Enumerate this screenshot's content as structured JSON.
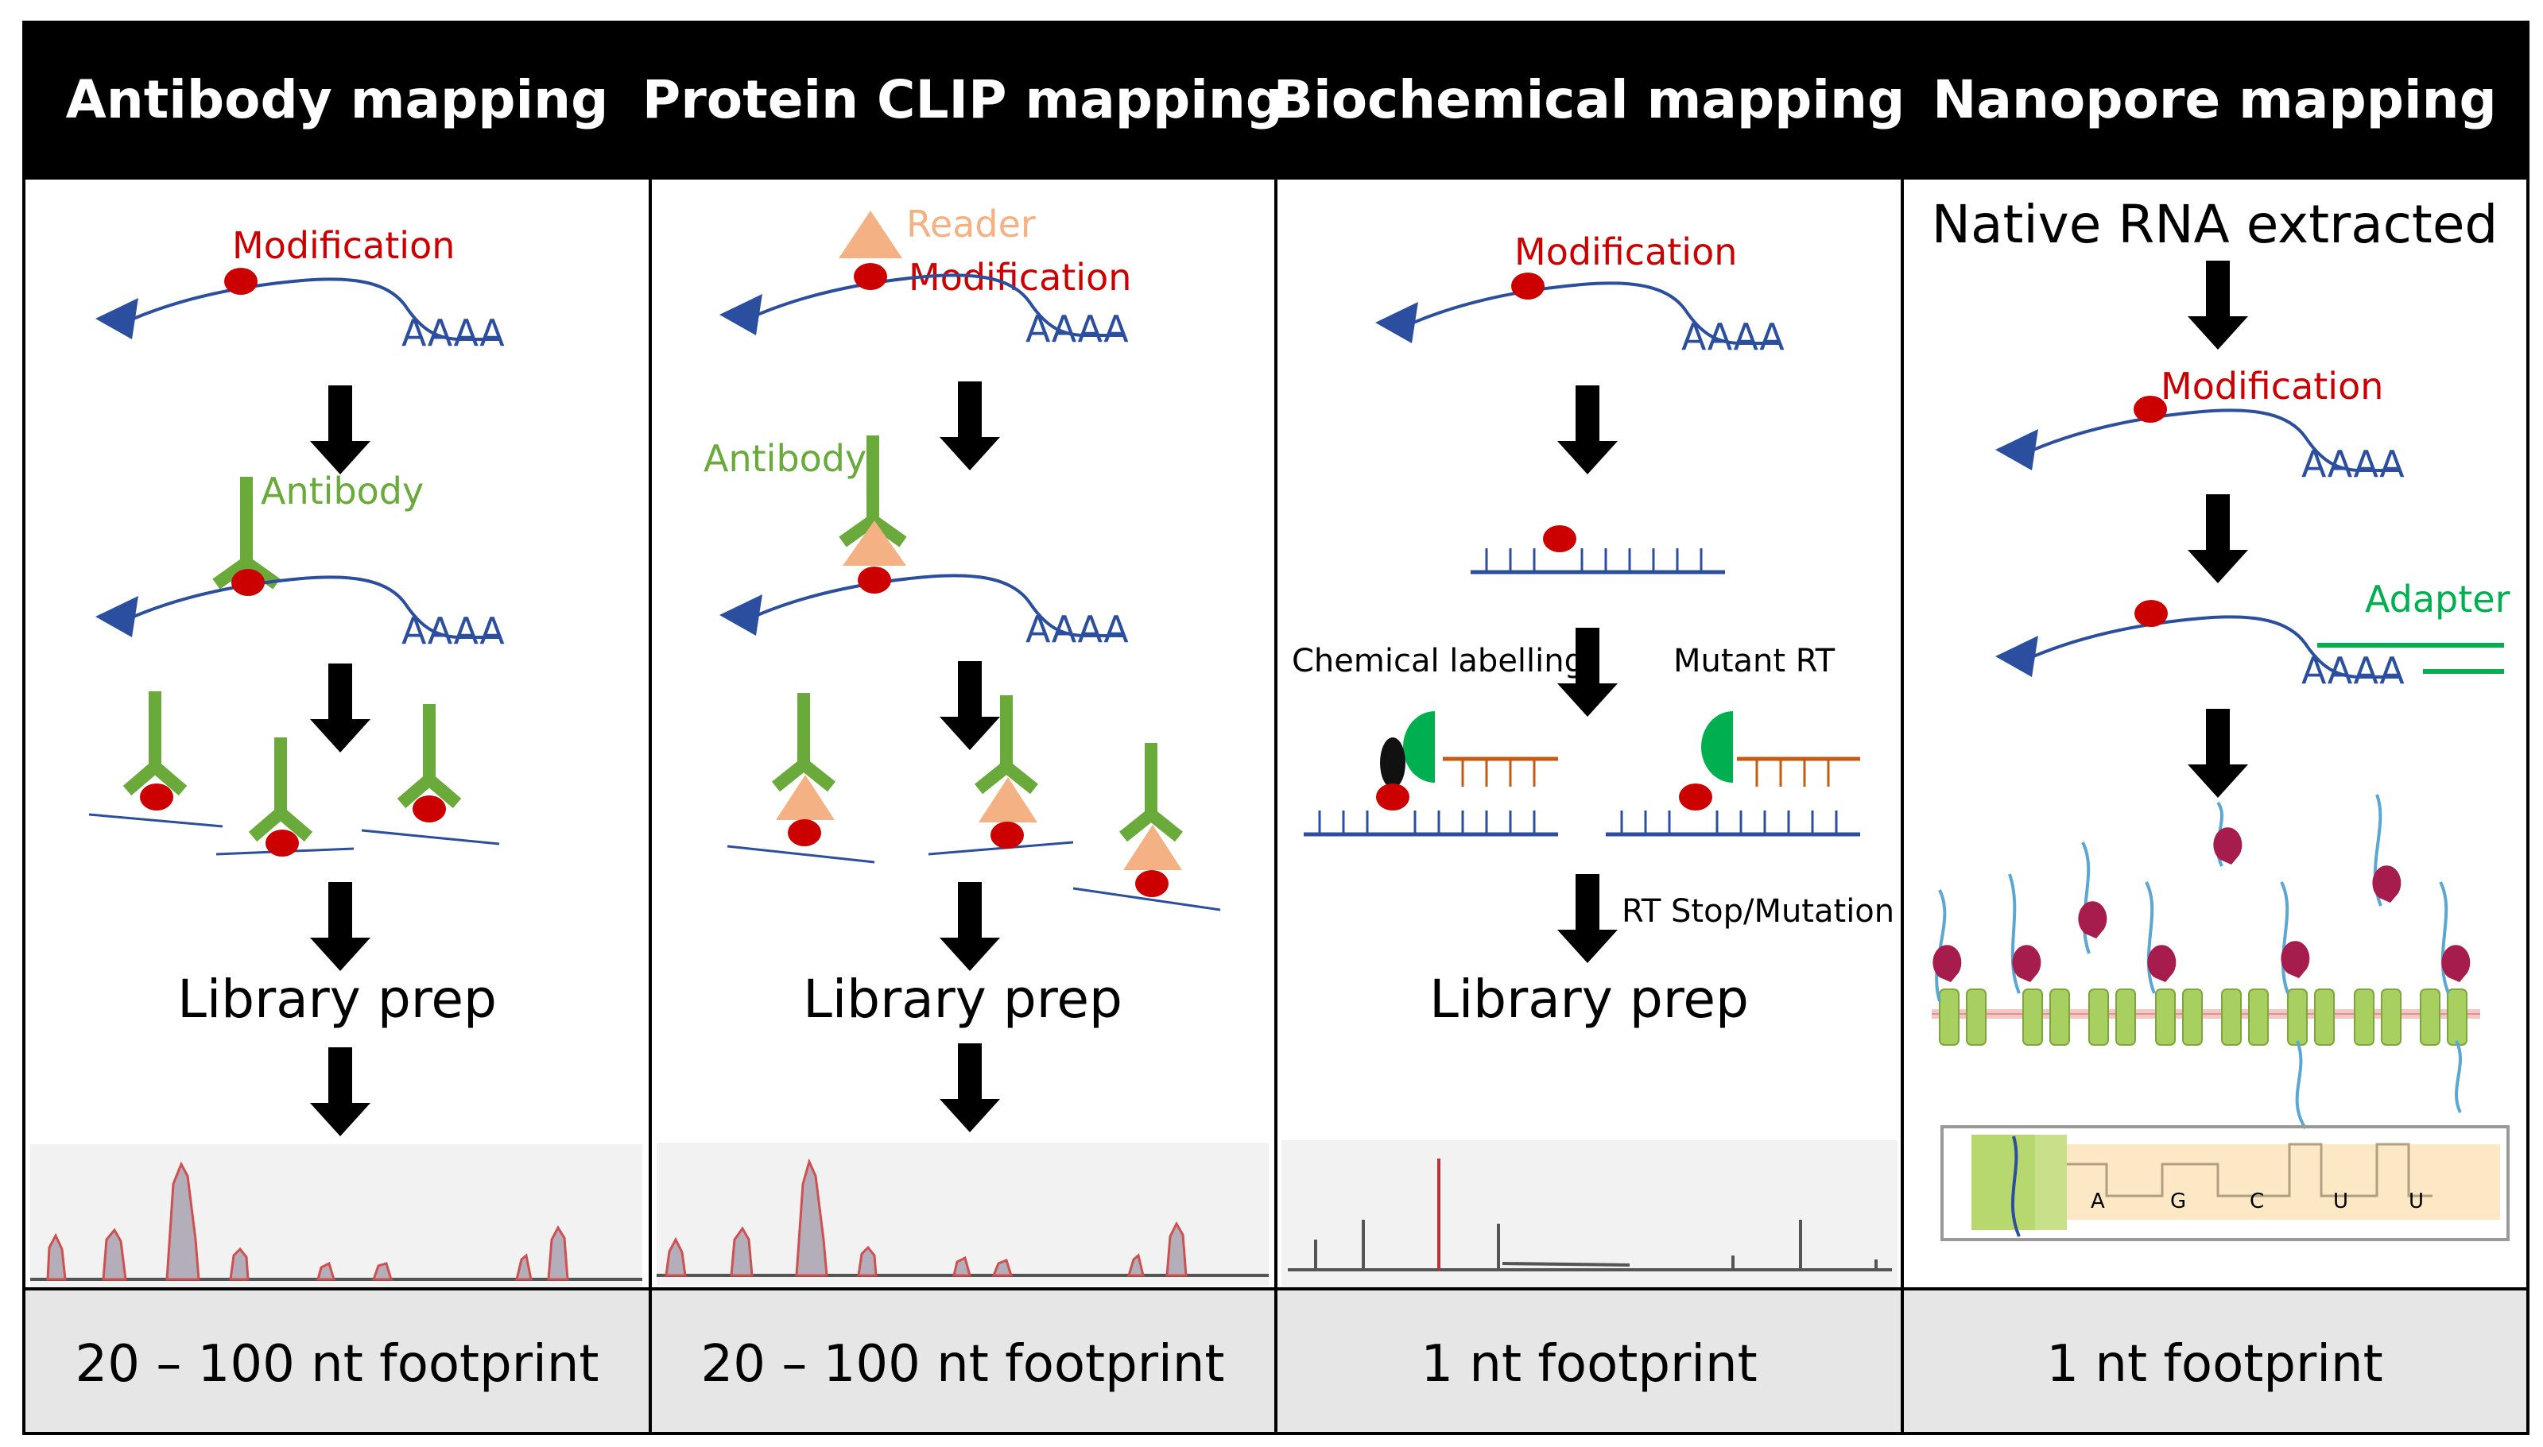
{
  "colors": {
    "header_bg": "#000000",
    "header_text": "#ffffff",
    "footer_bg": "#e6e6e6",
    "rna": "#2b4f9e",
    "modification": "#cc0000",
    "antibody": "#6aaa3a",
    "reader": "#f4b183",
    "enzyme": "#00b050",
    "rt_strand": "#c55a11",
    "adapter": "#00b050",
    "pore": "#a8d060",
    "motor": "#a61c4d",
    "strand_light": "#5ba7d4",
    "arrow": "#000000"
  },
  "panels": [
    {
      "title": "Antibody mapping",
      "labels": {
        "modification": "Modification",
        "antibody": "Antibody",
        "library_prep": "Library prep"
      },
      "poly_a": "AAAA",
      "footer": "20 – 100 nt footprint"
    },
    {
      "title": "Protein CLIP mapping",
      "labels": {
        "reader": "Reader",
        "modification": "Modification",
        "antibody": "Antibody",
        "library_prep": "Library prep"
      },
      "poly_a": "AAAA",
      "footer": "20 – 100 nt footprint"
    },
    {
      "title": "Biochemical mapping",
      "labels": {
        "modification": "Modification",
        "chemical_labelling": "Chemical labelling",
        "mutant_rt": "Mutant RT",
        "rt_stop": "RT Stop/Mutation",
        "library_prep": "Library prep"
      },
      "poly_a": "AAAA",
      "footer": "1 nt footprint"
    },
    {
      "title": "Nanopore mapping",
      "labels": {
        "native": "Native RNA extracted",
        "modification": "Modification",
        "adapter": "Adapter"
      },
      "poly_a": "AAAA",
      "bases": [
        "A",
        "G",
        "C",
        "U",
        "U"
      ],
      "footer": "1 nt footprint"
    }
  ]
}
